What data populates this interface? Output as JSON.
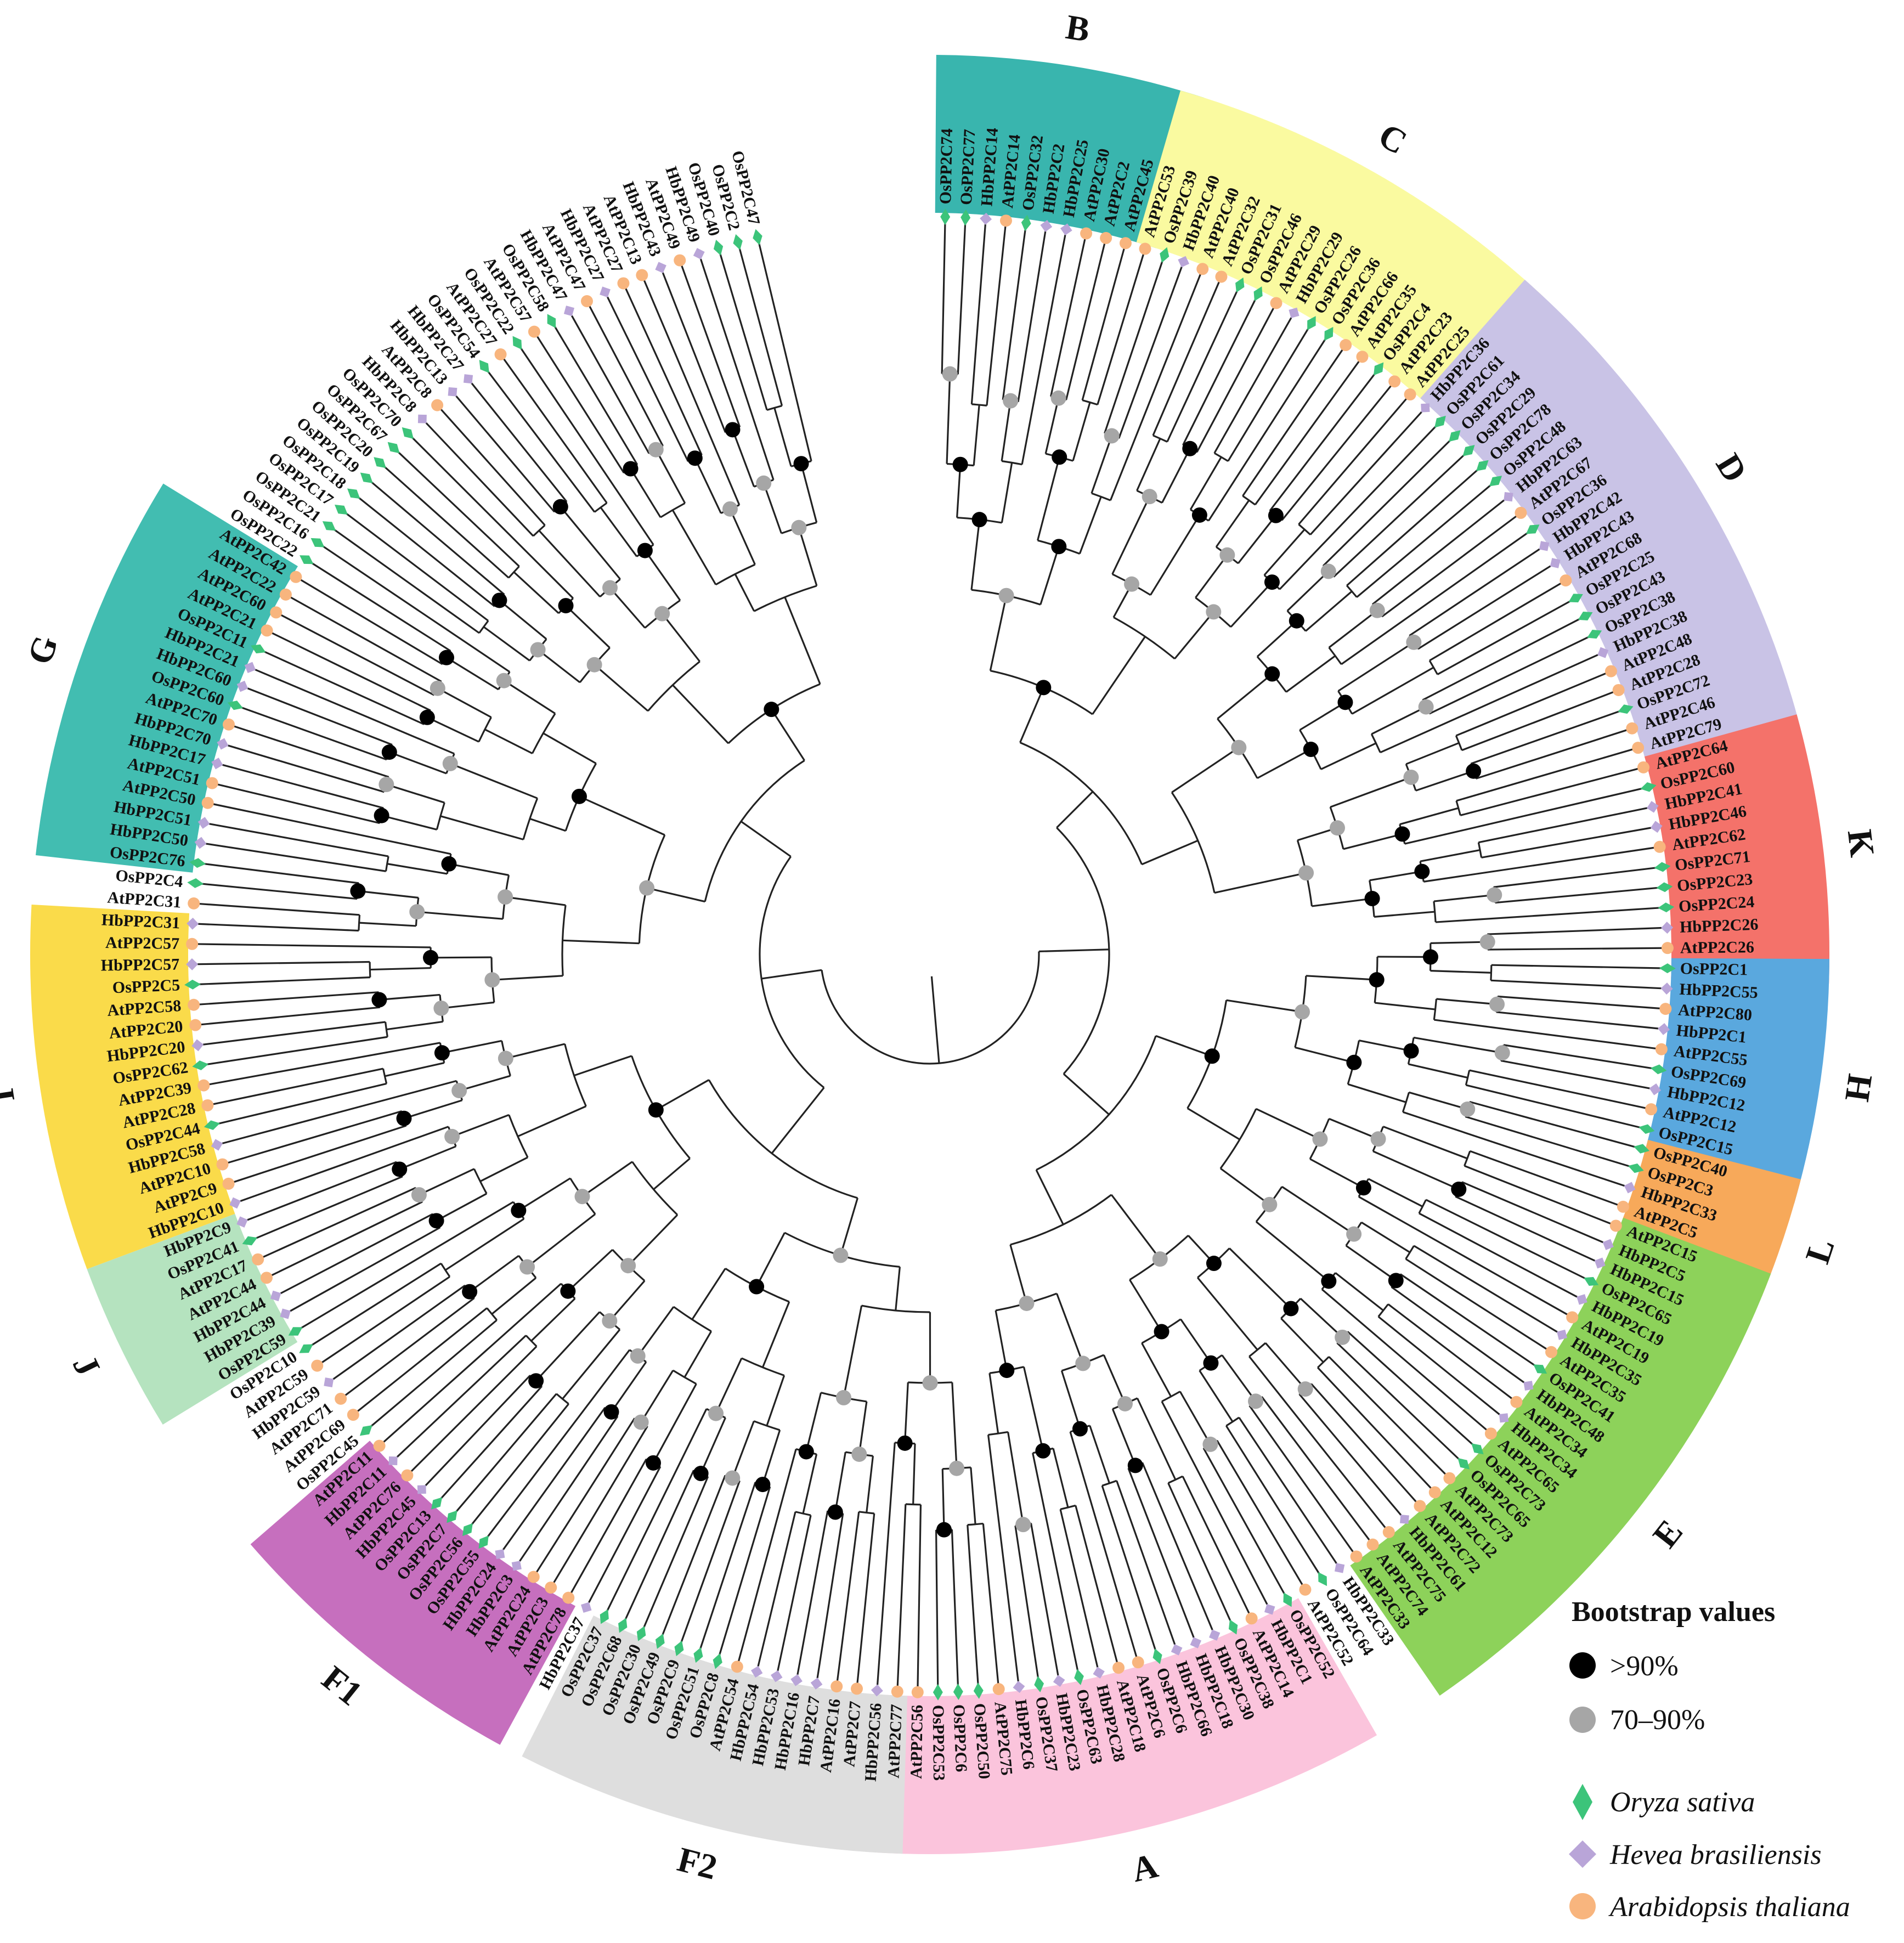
{
  "colors": {
    "oryza": "#3CC47A",
    "hevea": "#B9A5D8",
    "arabidopsis": "#F8B57E",
    "bootstrap_high": "#000000",
    "bootstrap_mid": "#A6A6A6"
  },
  "clades": [
    {
      "label": "B",
      "color": "#39B5AE",
      "start": 0,
      "end": 10
    },
    {
      "label": "C",
      "color": "#FAFAA0",
      "start": 10,
      "end": 26
    },
    {
      "label": "D",
      "color": "#C9C3E6",
      "start": 26,
      "end": 47
    },
    {
      "label": "K",
      "color": "#F4726A",
      "start": 47,
      "end": 57
    },
    {
      "label": "H",
      "color": "#5AA8DE",
      "start": 57,
      "end": 66
    },
    {
      "label": "L",
      "color": "#F7A95A",
      "start": 66,
      "end": 70
    },
    {
      "label": "E",
      "color": "#8DD25A",
      "start": 70,
      "end": 91
    },
    {
      "label": "A",
      "color": "#FBC4DC",
      "start": 95,
      "end": 115
    },
    {
      "label": "F2",
      "color": "#DEDEDE",
      "start": 115,
      "end": 130
    },
    {
      "label": "F1",
      "color": "#C66FBE",
      "start": 132,
      "end": 144
    },
    {
      "label": "J",
      "color": "#B5E3BF",
      "start": 151,
      "end": 157
    },
    {
      "label": "I",
      "color": "#FADB4A",
      "start": 158,
      "end": 172
    },
    {
      "label": "G",
      "color": "#42BDB1",
      "start": 175,
      "end": 190
    }
  ],
  "leaves": [
    {
      "name": "OsPP2C74",
      "sp": "Os"
    },
    {
      "name": "OsPP2C77",
      "sp": "Os"
    },
    {
      "name": "HbPP2C14",
      "sp": "Hb"
    },
    {
      "name": "AtPP2C14",
      "sp": "At"
    },
    {
      "name": "OsPP2C32",
      "sp": "Os"
    },
    {
      "name": "HbPP2C2",
      "sp": "Hb"
    },
    {
      "name": "HbPP2C25",
      "sp": "Hb"
    },
    {
      "name": "AtPP2C30",
      "sp": "At"
    },
    {
      "name": "AtPP2C2",
      "sp": "At"
    },
    {
      "name": "AtPP2C45",
      "sp": "At"
    },
    {
      "name": "AtPP2C53",
      "sp": "At"
    },
    {
      "name": "OsPP2C39",
      "sp": "Os"
    },
    {
      "name": "HbPP2C40",
      "sp": "Hb"
    },
    {
      "name": "AtPP2C40",
      "sp": "At"
    },
    {
      "name": "AtPP2C32",
      "sp": "At"
    },
    {
      "name": "OsPP2C31",
      "sp": "Os"
    },
    {
      "name": "OsPP2C46",
      "sp": "Os"
    },
    {
      "name": "AtPP2C29",
      "sp": "At"
    },
    {
      "name": "HbPP2C29",
      "sp": "Hb"
    },
    {
      "name": "OsPP2C26",
      "sp": "Os"
    },
    {
      "name": "OsPP2C36",
      "sp": "Os"
    },
    {
      "name": "AtPP2C66",
      "sp": "At"
    },
    {
      "name": "AtPP2C35",
      "sp": "At"
    },
    {
      "name": "OsPP2C4",
      "sp": "Os"
    },
    {
      "name": "AtPP2C23",
      "sp": "At"
    },
    {
      "name": "AtPP2C25",
      "sp": "At"
    },
    {
      "name": "HbPP2C36",
      "sp": "Hb"
    },
    {
      "name": "OsPP2C61",
      "sp": "Os"
    },
    {
      "name": "OsPP2C34",
      "sp": "Os"
    },
    {
      "name": "OsPP2C29",
      "sp": "Os"
    },
    {
      "name": "OsPP2C78",
      "sp": "Os"
    },
    {
      "name": "OsPP2C48",
      "sp": "Os"
    },
    {
      "name": "HbPP2C63",
      "sp": "Hb"
    },
    {
      "name": "AtPP2C67",
      "sp": "At"
    },
    {
      "name": "OsPP2C36",
      "sp": "Os"
    },
    {
      "name": "HbPP2C42",
      "sp": "Hb"
    },
    {
      "name": "HbPP2C43",
      "sp": "Hb"
    },
    {
      "name": "AtPP2C68",
      "sp": "At"
    },
    {
      "name": "OsPP2C25",
      "sp": "Os"
    },
    {
      "name": "OsPP2C43",
      "sp": "Os"
    },
    {
      "name": "OsPP2C38",
      "sp": "Os"
    },
    {
      "name": "HbPP2C38",
      "sp": "Hb"
    },
    {
      "name": "AtPP2C48",
      "sp": "At"
    },
    {
      "name": "AtPP2C28",
      "sp": "At"
    },
    {
      "name": "OsPP2C72",
      "sp": "Os"
    },
    {
      "name": "AtPP2C46",
      "sp": "At"
    },
    {
      "name": "AtPP2C79",
      "sp": "At"
    },
    {
      "name": "AtPP2C64",
      "sp": "At"
    },
    {
      "name": "OsPP2C60",
      "sp": "Os"
    },
    {
      "name": "HbPP2C41",
      "sp": "Hb"
    },
    {
      "name": "HbPP2C46",
      "sp": "Hb"
    },
    {
      "name": "AtPP2C62",
      "sp": "At"
    },
    {
      "name": "OsPP2C71",
      "sp": "Os"
    },
    {
      "name": "OsPP2C23",
      "sp": "Os"
    },
    {
      "name": "OsPP2C24",
      "sp": "Os"
    },
    {
      "name": "HbPP2C26",
      "sp": "Hb"
    },
    {
      "name": "AtPP2C26",
      "sp": "At"
    },
    {
      "name": "OsPP2C1",
      "sp": "Os"
    },
    {
      "name": "HbPP2C55",
      "sp": "Hb"
    },
    {
      "name": "AtPP2C80",
      "sp": "At"
    },
    {
      "name": "HbPP2C1",
      "sp": "Hb"
    },
    {
      "name": "AtPP2C55",
      "sp": "At"
    },
    {
      "name": "OsPP2C69",
      "sp": "Os"
    },
    {
      "name": "HbPP2C12",
      "sp": "Hb"
    },
    {
      "name": "AtPP2C12",
      "sp": "At"
    },
    {
      "name": "OsPP2C15",
      "sp": "Os"
    },
    {
      "name": "OsPP2C40",
      "sp": "Os"
    },
    {
      "name": "OsPP2C3",
      "sp": "Os"
    },
    {
      "name": "HbPP2C33",
      "sp": "Hb"
    },
    {
      "name": "AtPP2C5",
      "sp": "At"
    },
    {
      "name": "AtPP2C15",
      "sp": "At"
    },
    {
      "name": "HbPP2C5",
      "sp": "Hb"
    },
    {
      "name": "HbPP2C15",
      "sp": "Hb"
    },
    {
      "name": "OsPP2C65",
      "sp": "Os"
    },
    {
      "name": "HbPP2C19",
      "sp": "Hb"
    },
    {
      "name": "AtPP2C19",
      "sp": "At"
    },
    {
      "name": "HbPP2C35",
      "sp": "Hb"
    },
    {
      "name": "AtPP2C35",
      "sp": "At"
    },
    {
      "name": "OsPP2C41",
      "sp": "Os"
    },
    {
      "name": "HbPP2C48",
      "sp": "Hb"
    },
    {
      "name": "AtPP2C34",
      "sp": "At"
    },
    {
      "name": "HbPP2C34",
      "sp": "Hb"
    },
    {
      "name": "AtPP2C65",
      "sp": "At"
    },
    {
      "name": "OsPP2C73",
      "sp": "Os"
    },
    {
      "name": "OsPP2C65",
      "sp": "Os"
    },
    {
      "name": "AtPP2C73",
      "sp": "At"
    },
    {
      "name": "AtPP2C12",
      "sp": "At"
    },
    {
      "name": "AtPP2C72",
      "sp": "At"
    },
    {
      "name": "HbPP2C61",
      "sp": "Hb"
    },
    {
      "name": "AtPP2C75",
      "sp": "At"
    },
    {
      "name": "AtPP2C74",
      "sp": "At"
    },
    {
      "name": "AtPP2C33",
      "sp": "At"
    },
    {
      "name": "HbPP2C33",
      "sp": "Hb"
    },
    {
      "name": "OsPP2C64",
      "sp": "Os"
    },
    {
      "name": "AtPP2C52",
      "sp": "At"
    },
    {
      "name": "OsPP2C52",
      "sp": "Os"
    },
    {
      "name": "HbPP2C1",
      "sp": "Hb"
    },
    {
      "name": "AtPP2C14",
      "sp": "At"
    },
    {
      "name": "OsPP2C38",
      "sp": "Os"
    },
    {
      "name": "HbPP2C30",
      "sp": "Hb"
    },
    {
      "name": "HbPP2C18",
      "sp": "Hb"
    },
    {
      "name": "HbPP2C66",
      "sp": "Hb"
    },
    {
      "name": "OsPP2C6",
      "sp": "Os"
    },
    {
      "name": "AtPP2C6",
      "sp": "At"
    },
    {
      "name": "AtPP2C18",
      "sp": "At"
    },
    {
      "name": "HbPP2C28",
      "sp": "Hb"
    },
    {
      "name": "OsPP2C63",
      "sp": "Os"
    },
    {
      "name": "HbPP2C23",
      "sp": "Hb"
    },
    {
      "name": "OsPP2C37",
      "sp": "Os"
    },
    {
      "name": "HbPP2C6",
      "sp": "Hb"
    },
    {
      "name": "AtPP2C75",
      "sp": "At"
    },
    {
      "name": "OsPP2C50",
      "sp": "Os"
    },
    {
      "name": "OsPP2C6",
      "sp": "Os"
    },
    {
      "name": "OsPP2C53",
      "sp": "Os"
    },
    {
      "name": "AtPP2C56",
      "sp": "At"
    },
    {
      "name": "AtPP2C77",
      "sp": "At"
    },
    {
      "name": "HbPP2C56",
      "sp": "Hb"
    },
    {
      "name": "AtPP2C7",
      "sp": "At"
    },
    {
      "name": "AtPP2C16",
      "sp": "At"
    },
    {
      "name": "HbPP2C7",
      "sp": "Hb"
    },
    {
      "name": "HbPP2C16",
      "sp": "Hb"
    },
    {
      "name": "HbPP2C53",
      "sp": "Hb"
    },
    {
      "name": "HbPP2C54",
      "sp": "Hb"
    },
    {
      "name": "AtPP2C54",
      "sp": "At"
    },
    {
      "name": "OsPP2C8",
      "sp": "Os"
    },
    {
      "name": "OsPP2C51",
      "sp": "Os"
    },
    {
      "name": "OsPP2C9",
      "sp": "Os"
    },
    {
      "name": "OsPP2C49",
      "sp": "Os"
    },
    {
      "name": "OsPP2C30",
      "sp": "Os"
    },
    {
      "name": "OsPP2C68",
      "sp": "Os"
    },
    {
      "name": "OsPP2C37",
      "sp": "Os"
    },
    {
      "name": "HbPP2C37",
      "sp": "Hb"
    },
    {
      "name": "AtPP2C78",
      "sp": "At"
    },
    {
      "name": "AtPP2C3",
      "sp": "At"
    },
    {
      "name": "AtPP2C24",
      "sp": "At"
    },
    {
      "name": "HbPP2C3",
      "sp": "Hb"
    },
    {
      "name": "HbPP2C24",
      "sp": "Hb"
    },
    {
      "name": "OsPP2C55",
      "sp": "Os"
    },
    {
      "name": "OsPP2C56",
      "sp": "Os"
    },
    {
      "name": "OsPP2C7",
      "sp": "Os"
    },
    {
      "name": "OsPP2C13",
      "sp": "Os"
    },
    {
      "name": "HbPP2C45",
      "sp": "Hb"
    },
    {
      "name": "AtPP2C76",
      "sp": "At"
    },
    {
      "name": "HbPP2C11",
      "sp": "Hb"
    },
    {
      "name": "AtPP2C11",
      "sp": "At"
    },
    {
      "name": "OsPP2C45",
      "sp": "Os"
    },
    {
      "name": "AtPP2C69",
      "sp": "At"
    },
    {
      "name": "AtPP2C71",
      "sp": "At"
    },
    {
      "name": "HbPP2C59",
      "sp": "Hb"
    },
    {
      "name": "AtPP2C59",
      "sp": "At"
    },
    {
      "name": "OsPP2C10",
      "sp": "Os"
    },
    {
      "name": "OsPP2C59",
      "sp": "Os"
    },
    {
      "name": "HbPP2C39",
      "sp": "Hb"
    },
    {
      "name": "HbPP2C44",
      "sp": "Hb"
    },
    {
      "name": "AtPP2C44",
      "sp": "At"
    },
    {
      "name": "AtPP2C17",
      "sp": "At"
    },
    {
      "name": "OsPP2C41",
      "sp": "Os"
    },
    {
      "name": "HbPP2C9",
      "sp": "Hb"
    },
    {
      "name": "HbPP2C10",
      "sp": "Hb"
    },
    {
      "name": "AtPP2C9",
      "sp": "At"
    },
    {
      "name": "AtPP2C10",
      "sp": "At"
    },
    {
      "name": "HbPP2C58",
      "sp": "Hb"
    },
    {
      "name": "OsPP2C44",
      "sp": "Os"
    },
    {
      "name": "AtPP2C28",
      "sp": "At"
    },
    {
      "name": "AtPP2C39",
      "sp": "At"
    },
    {
      "name": "OsPP2C62",
      "sp": "Os"
    },
    {
      "name": "HbPP2C20",
      "sp": "Hb"
    },
    {
      "name": "AtPP2C20",
      "sp": "At"
    },
    {
      "name": "AtPP2C58",
      "sp": "At"
    },
    {
      "name": "OsPP2C5",
      "sp": "Os"
    },
    {
      "name": "HbPP2C57",
      "sp": "Hb"
    },
    {
      "name": "AtPP2C57",
      "sp": "At"
    },
    {
      "name": "HbPP2C31",
      "sp": "Hb"
    },
    {
      "name": "AtPP2C31",
      "sp": "At"
    },
    {
      "name": "OsPP2C4",
      "sp": "Os"
    },
    {
      "name": "OsPP2C76",
      "sp": "Os"
    },
    {
      "name": "HbPP2C50",
      "sp": "Hb"
    },
    {
      "name": "HbPP2C51",
      "sp": "Hb"
    },
    {
      "name": "AtPP2C50",
      "sp": "At"
    },
    {
      "name": "AtPP2C51",
      "sp": "At"
    },
    {
      "name": "HbPP2C17",
      "sp": "Hb"
    },
    {
      "name": "HbPP2C70",
      "sp": "Hb"
    },
    {
      "name": "AtPP2C70",
      "sp": "At"
    },
    {
      "name": "OsPP2C60",
      "sp": "Os"
    },
    {
      "name": "HbPP2C60",
      "sp": "Hb"
    },
    {
      "name": "HbPP2C21",
      "sp": "Hb"
    },
    {
      "name": "OsPP2C11",
      "sp": "Os"
    },
    {
      "name": "AtPP2C21",
      "sp": "At"
    },
    {
      "name": "AtPP2C60",
      "sp": "At"
    },
    {
      "name": "AtPP2C22",
      "sp": "At"
    },
    {
      "name": "AtPP2C42",
      "sp": "At"
    },
    {
      "name": "OsPP2C22",
      "sp": "Os"
    },
    {
      "name": "OsPP2C16",
      "sp": "Os"
    },
    {
      "name": "OsPP2C21",
      "sp": "Os"
    },
    {
      "name": "OsPP2C17",
      "sp": "Os"
    },
    {
      "name": "OsPP2C18",
      "sp": "Os"
    },
    {
      "name": "OsPP2C19",
      "sp": "Os"
    },
    {
      "name": "OsPP2C20",
      "sp": "Os"
    },
    {
      "name": "OsPP2C67",
      "sp": "Os"
    },
    {
      "name": "OsPP2C70",
      "sp": "Os"
    },
    {
      "name": "HbPP2C8",
      "sp": "Hb"
    },
    {
      "name": "AtPP2C8",
      "sp": "At"
    },
    {
      "name": "HbPP2C13",
      "sp": "Hb"
    },
    {
      "name": "HbPP2C27",
      "sp": "Hb"
    },
    {
      "name": "OsPP2C54",
      "sp": "Os"
    },
    {
      "name": "AtPP2C27",
      "sp": "At"
    },
    {
      "name": "OsPP2C22",
      "sp": "Os"
    },
    {
      "name": "AtPP2C57",
      "sp": "At"
    },
    {
      "name": "OsPP2C58",
      "sp": "Os"
    },
    {
      "name": "HbPP2C47",
      "sp": "Hb"
    },
    {
      "name": "AtPP2C47",
      "sp": "At"
    },
    {
      "name": "HbPP2C27",
      "sp": "Hb"
    },
    {
      "name": "AtPP2C27",
      "sp": "At"
    },
    {
      "name": "AtPP2C13",
      "sp": "At"
    },
    {
      "name": "HbPP2C43",
      "sp": "Hb"
    },
    {
      "name": "AtPP2C49",
      "sp": "At"
    },
    {
      "name": "HbPP2C49",
      "sp": "Hb"
    },
    {
      "name": "OsPP2C40",
      "sp": "Os"
    },
    {
      "name": "OsPP2C2",
      "sp": "Os"
    },
    {
      "name": "OsPP2C47",
      "sp": "Os"
    }
  ],
  "legend": {
    "title": "Bootstrap values",
    "high": ">90%",
    "mid": "70–90%",
    "oryza": "Oryza sativa",
    "hevea": "Hevea brasiliensis",
    "arabidopsis": "Arabidopsis thaliana"
  }
}
